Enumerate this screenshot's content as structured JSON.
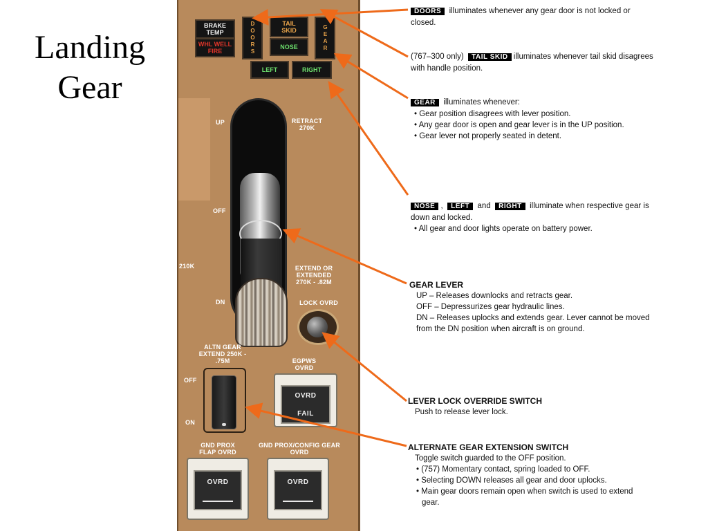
{
  "title": "Landing\nGear",
  "panel": {
    "brake_temp": "BRAKE TEMP",
    "whl_well_fire": "WHL WELL FIRE",
    "doors": "DOORS",
    "tail_skid": "TAIL SKID",
    "nose": "NOSE",
    "gear": "GEAR",
    "left": "LEFT",
    "right": "RIGHT",
    "up": "UP",
    "retract": "RETRACT 270K",
    "off": "OFF",
    "k210": "210K",
    "extend": "EXTEND OR EXTENDED 270K - .82M",
    "dn": "DN",
    "lock_ovrd": "LOCK OVRD",
    "altn_gear": "ALTN GEAR EXTEND 250K - .75M",
    "egpws": "EGPWS OVRD",
    "ovrd": "OVRD",
    "fail": "FAIL",
    "alt_off": "OFF",
    "alt_on": "ON",
    "gnd_flap": "GND PROX FLAP OVRD",
    "gnd_gear": "GND PROX/CONFIG GEAR OVRD",
    "ovrd2": "OVRD",
    "ovrd3": "OVRD"
  },
  "desc": {
    "doors_tag": "DOORS",
    "doors_text": "illuminates whenever any gear door is not locked or closed.",
    "tail_prefix": "(767–300 only)",
    "tail_tag": "TAIL SKID",
    "tail_text": "illuminates whenever tail skid disagrees with handle position.",
    "gear_tag": "GEAR",
    "gear_text": "illuminates whenever:",
    "gear_b1": "• Gear position disagrees with lever position.",
    "gear_b2": "• Any gear door is open and gear lever is in the UP position.",
    "gear_b3": "• Gear lever not properly seated in detent.",
    "nose_tag": "NOSE",
    "comma": ",",
    "left_tag": "LEFT",
    "and_word": "and",
    "right_tag": "RIGHT",
    "nlr_text": "illuminate when respective gear is down and locked.",
    "nlr_b1": "• All gear and door lights operate on battery power.",
    "lever_head": "GEAR LEVER",
    "lever_up": "UP – Releases downlocks and retracts gear.",
    "lever_off": "OFF – Depressurizes gear hydraulic lines.",
    "lever_dn": "DN – Releases uplocks and extends gear. Lever cannot be moved from the DN position when aircraft is on ground.",
    "lock_head": "LEVER LOCK OVERRIDE SWITCH",
    "lock_text": "Push to release lever lock.",
    "alt_head": "ALTERNATE GEAR EXTENSION SWITCH",
    "alt_text": "Toggle switch guarded to the OFF position.",
    "alt_b1": "• (757) Momentary contact, spring loaded to OFF.",
    "alt_b2": "• Selecting DOWN releases all gear and door uplocks.",
    "alt_b3": "• Main gear doors remain open when switch is used to extend gear."
  },
  "colors": {
    "arrow": "#ee6a1a",
    "panel": "#b88a5c"
  }
}
